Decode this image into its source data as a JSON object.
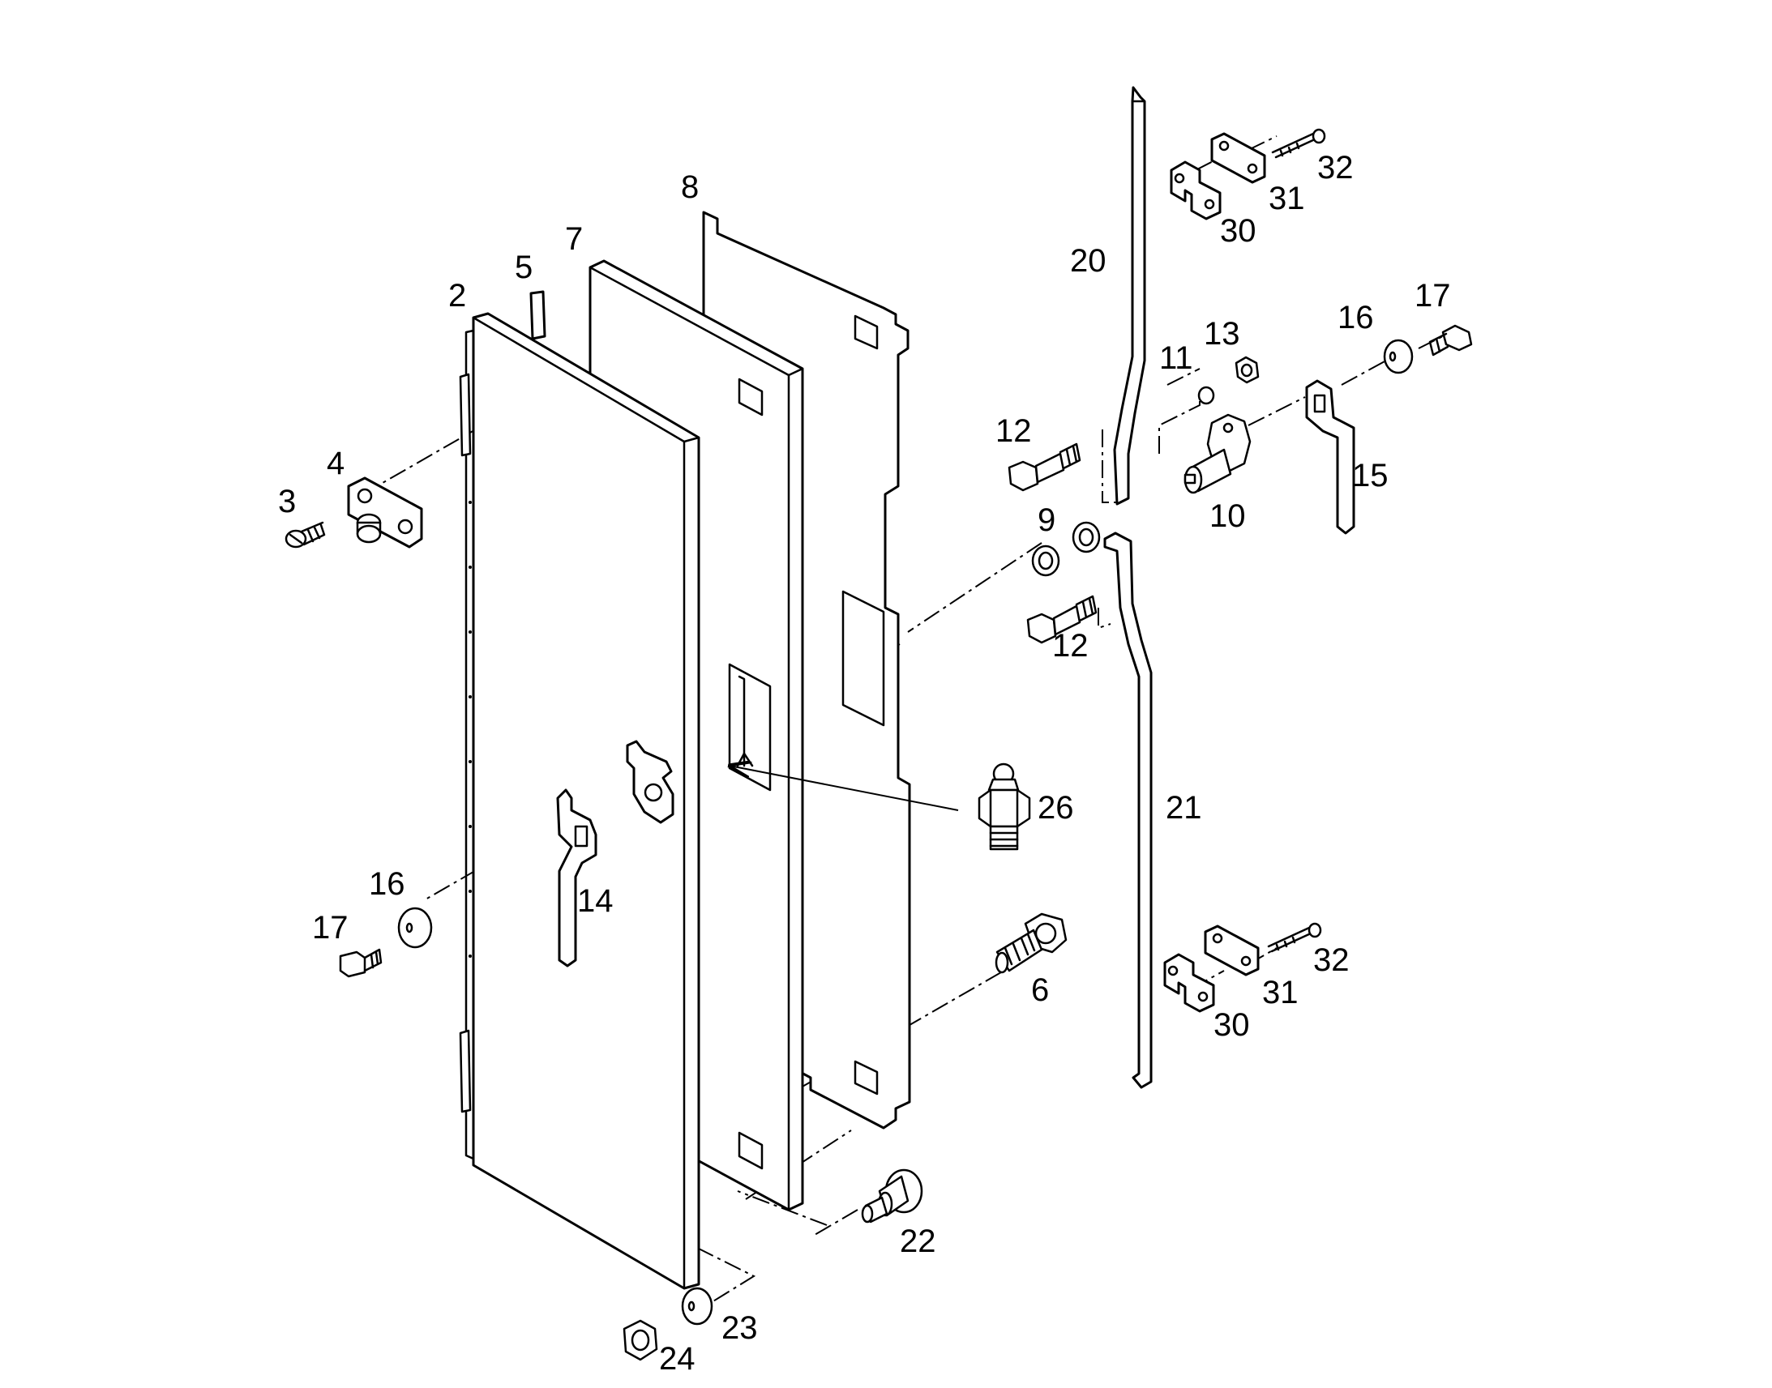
{
  "diagram": {
    "callouts": {
      "c2": "2",
      "c3": "3",
      "c4": "4",
      "c5": "5",
      "c6": "6",
      "c7": "7",
      "c8": "8",
      "c9": "9",
      "c10": "10",
      "c11": "11",
      "c12a": "12",
      "c12b": "12",
      "c13": "13",
      "c14": "14",
      "c15": "15",
      "c16a": "16",
      "c16b": "16",
      "c17a": "17",
      "c17b": "17",
      "c20": "20",
      "c21": "21",
      "c22": "22",
      "c23": "23",
      "c24": "24",
      "c26": "26",
      "c30a": "30",
      "c30b": "30",
      "c31a": "31",
      "c31b": "31",
      "c32a": "32",
      "c32b": "32"
    }
  }
}
